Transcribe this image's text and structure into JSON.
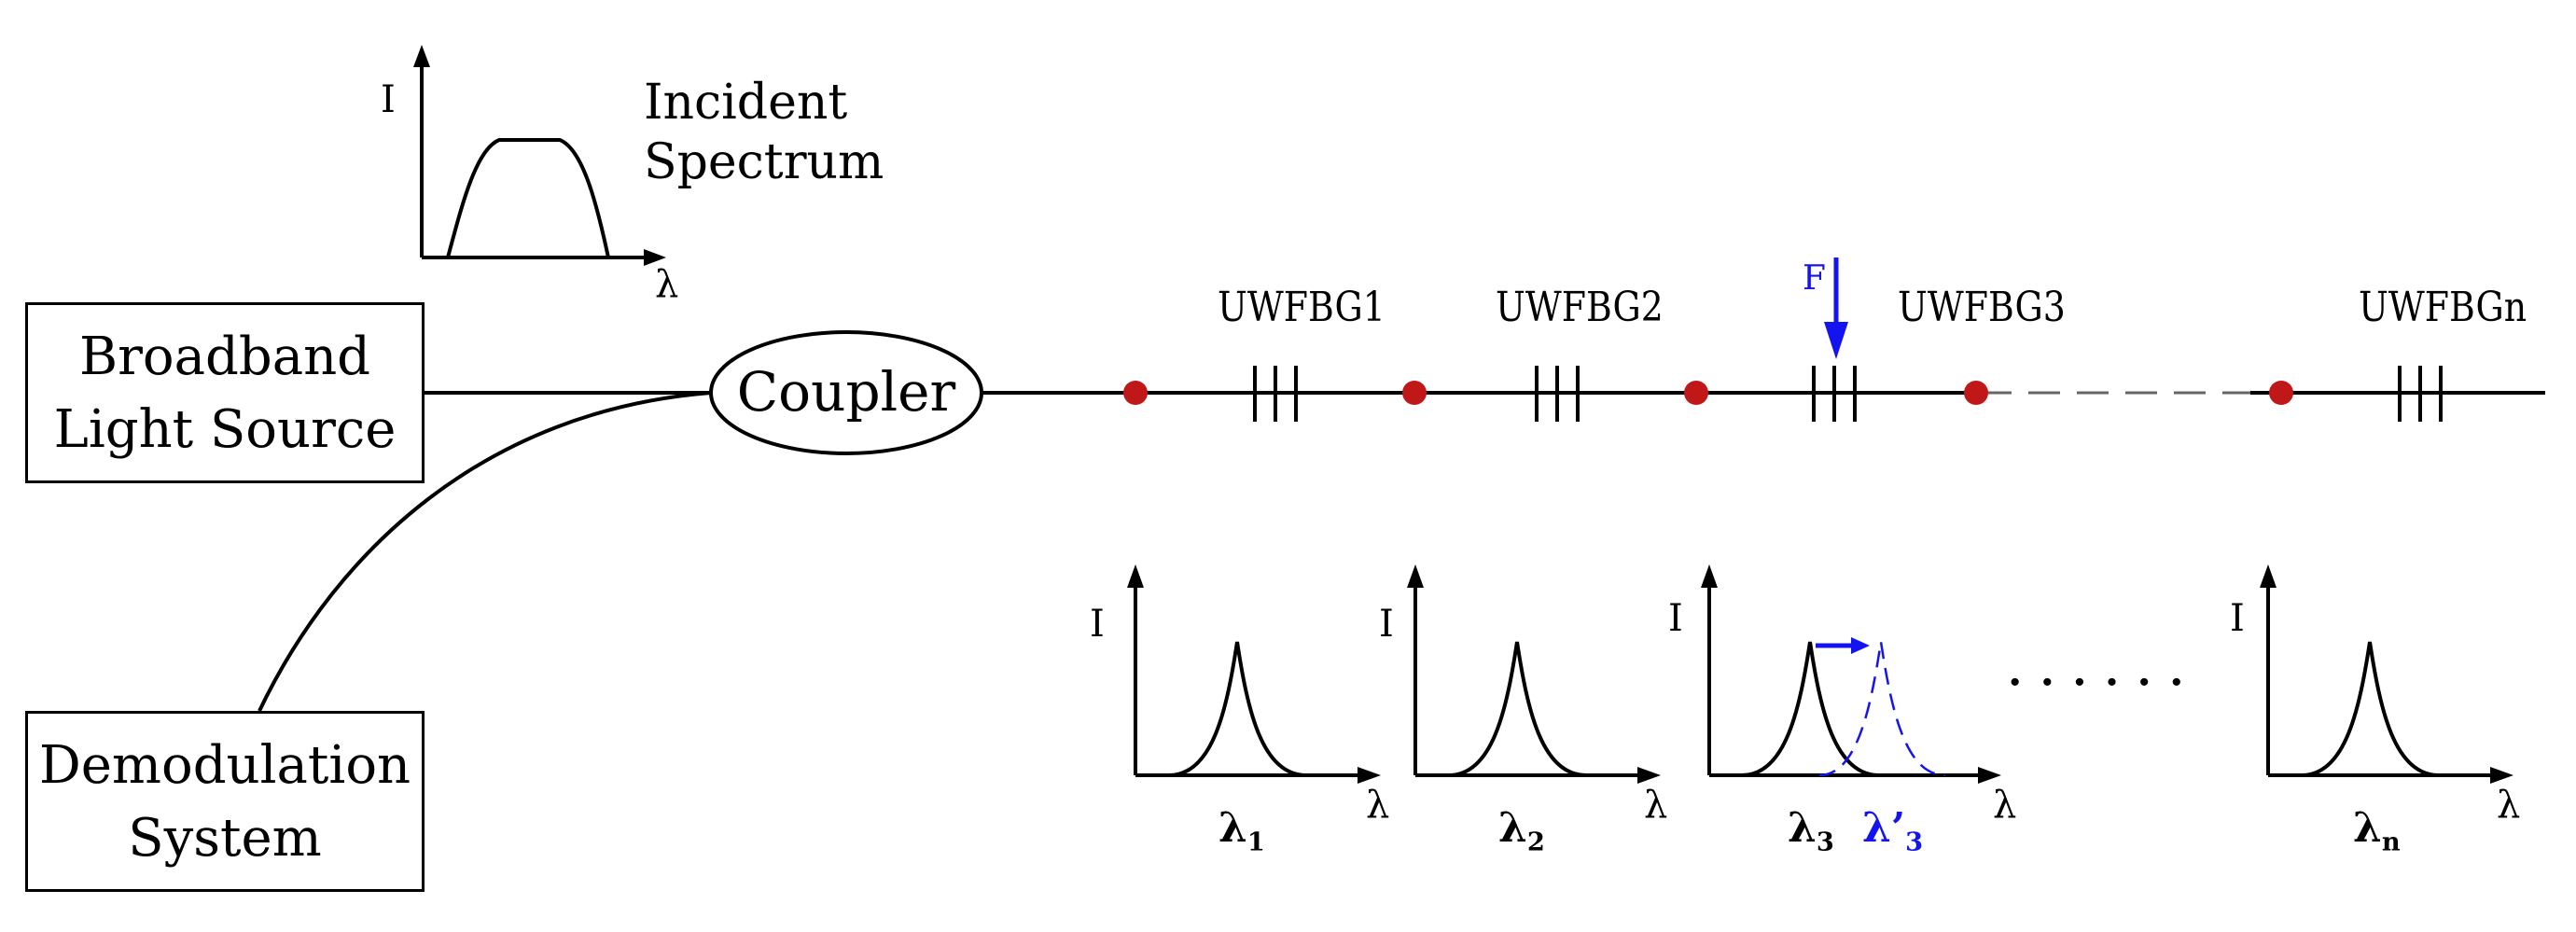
{
  "source_box": {
    "line1": "Broadband",
    "line2": "Light Source"
  },
  "demod_box": {
    "line1": "Demodulation",
    "line2": "System"
  },
  "coupler": {
    "label": "Coupler"
  },
  "incident": {
    "axis_y": "I",
    "axis_x": "λ",
    "line1": "Incident",
    "line2": "Spectrum"
  },
  "gratings": [
    "UWFBG1",
    "UWFBG2",
    "UWFBG3",
    "UWFBGn"
  ],
  "force": {
    "label": "F"
  },
  "spectra": [
    {
      "axis_y": "I",
      "axis_x": "λ",
      "wavelength_symbol": "λ",
      "wavelength_sub": "1"
    },
    {
      "axis_y": "I",
      "axis_x": "λ",
      "wavelength_symbol": "λ",
      "wavelength_sub": "2"
    },
    {
      "axis_y": "I",
      "axis_x": "λ",
      "wavelength_symbol": "λ",
      "wavelength_sub": "3",
      "shifted_symbol": "λ’",
      "shifted_sub": "3"
    },
    {
      "axis_y": "I",
      "axis_x": "λ",
      "wavelength_symbol": "λ",
      "wavelength_sub": "n"
    }
  ],
  "ellipsis": "· · · · · ·",
  "colors": {
    "node": "#c01818",
    "force": "#1414f0",
    "line": "#000000"
  }
}
